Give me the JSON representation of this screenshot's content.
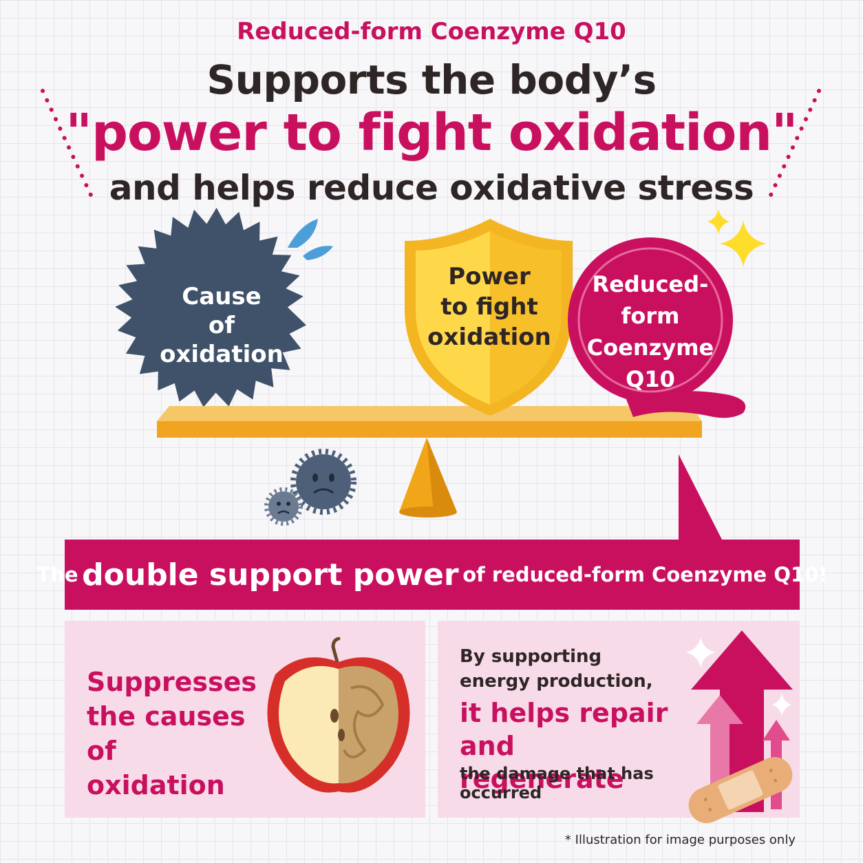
{
  "header": {
    "subtitle": "Reduced-form Coenzyme Q10",
    "line1": "Supports the body’s",
    "line2": "\"power to fight oxidation\"",
    "line3": "and helps reduce oxidative stress"
  },
  "scale": {
    "cause_label": [
      "Cause",
      "of",
      "oxidation"
    ],
    "shield_label": [
      "Power",
      "to fight",
      "oxidation"
    ],
    "q10_label": [
      "Reduced-form",
      "Coenzyme",
      "Q10"
    ]
  },
  "banner": {
    "prefix": "The",
    "emphasis": "double support power",
    "suffix": "of reduced-form Coenzyme Q10!"
  },
  "left_panel": {
    "text": [
      "Suppresses",
      "the causes of",
      "oxidation"
    ]
  },
  "right_panel": {
    "intro": [
      "By supporting",
      "energy production,"
    ],
    "emphasis": [
      "it helps repair and",
      "regenerate"
    ],
    "outro": "the damage that has occurred"
  },
  "footnote": "* Illustration for image purposes only",
  "colors": {
    "accent": "#c8105f",
    "dark": "#2e2526",
    "navy": "#3f5269",
    "gold": "#f4b522",
    "panel_bg": "#f8dbe8"
  }
}
